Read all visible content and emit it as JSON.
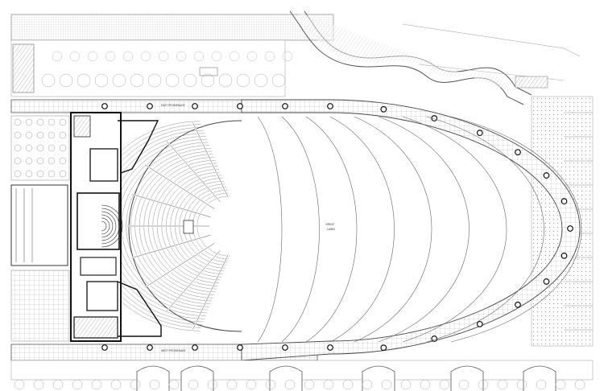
{
  "drawing": {
    "kind": "architectural site plan",
    "labels": {
      "north_promenade": "EAST PROMENADE",
      "south_promenade": "WEST PROMENADE",
      "lawn_line1": "GREAT",
      "lawn_line2": "LAWN"
    },
    "colors": {
      "line": "#444444",
      "light_line": "#9a9a9a",
      "wall": "#111111",
      "background": "#ffffff"
    }
  }
}
